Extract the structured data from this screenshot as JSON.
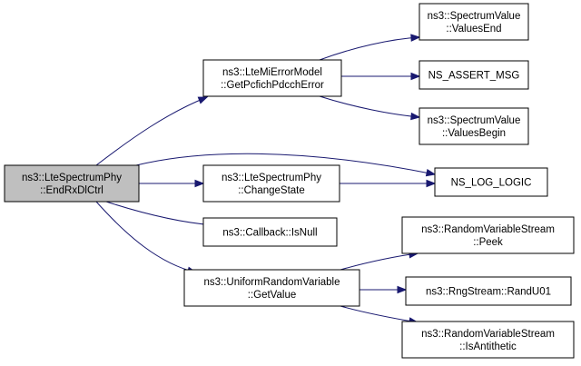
{
  "graph": {
    "nodes": {
      "root": {
        "lines": [
          "ns3::LteSpectrumPhy",
          "::EndRxDlCtrl"
        ]
      },
      "getPcfich": {
        "lines": [
          "ns3::LteMiErrorModel",
          "::GetPcfichPdcchError"
        ]
      },
      "valuesEnd": {
        "lines": [
          "ns3::SpectrumValue",
          "::ValuesEnd"
        ]
      },
      "nsAssert": {
        "lines": [
          "NS_ASSERT_MSG"
        ]
      },
      "valuesBegin": {
        "lines": [
          "ns3::SpectrumValue",
          "::ValuesBegin"
        ]
      },
      "changeState": {
        "lines": [
          "ns3::LteSpectrumPhy",
          "::ChangeState"
        ]
      },
      "nsLog": {
        "lines": [
          "NS_LOG_LOGIC"
        ]
      },
      "isNull": {
        "lines": [
          "ns3::Callback::IsNull"
        ]
      },
      "getValue": {
        "lines": [
          "ns3::UniformRandomVariable",
          "::GetValue"
        ]
      },
      "peek": {
        "lines": [
          "ns3::RandomVariableStream",
          "::Peek"
        ]
      },
      "randU01": {
        "lines": [
          "ns3::RngStream::RandU01"
        ]
      },
      "isAntithetic": {
        "lines": [
          "ns3::RandomVariableStream",
          "::IsAntithetic"
        ]
      }
    },
    "edges": [
      [
        "root",
        "getPcfich"
      ],
      [
        "root",
        "nsLog"
      ],
      [
        "root",
        "changeState"
      ],
      [
        "root",
        "isNull"
      ],
      [
        "root",
        "getValue"
      ],
      [
        "getPcfich",
        "valuesEnd"
      ],
      [
        "getPcfich",
        "nsAssert"
      ],
      [
        "getPcfich",
        "valuesBegin"
      ],
      [
        "changeState",
        "nsLog"
      ],
      [
        "getValue",
        "peek"
      ],
      [
        "getValue",
        "randU01"
      ],
      [
        "getValue",
        "isAntithetic"
      ]
    ]
  },
  "colors": {
    "edge": "#191970",
    "root_fill": "#bfbfbf",
    "node_fill": "#ffffff",
    "border": "#000000"
  }
}
